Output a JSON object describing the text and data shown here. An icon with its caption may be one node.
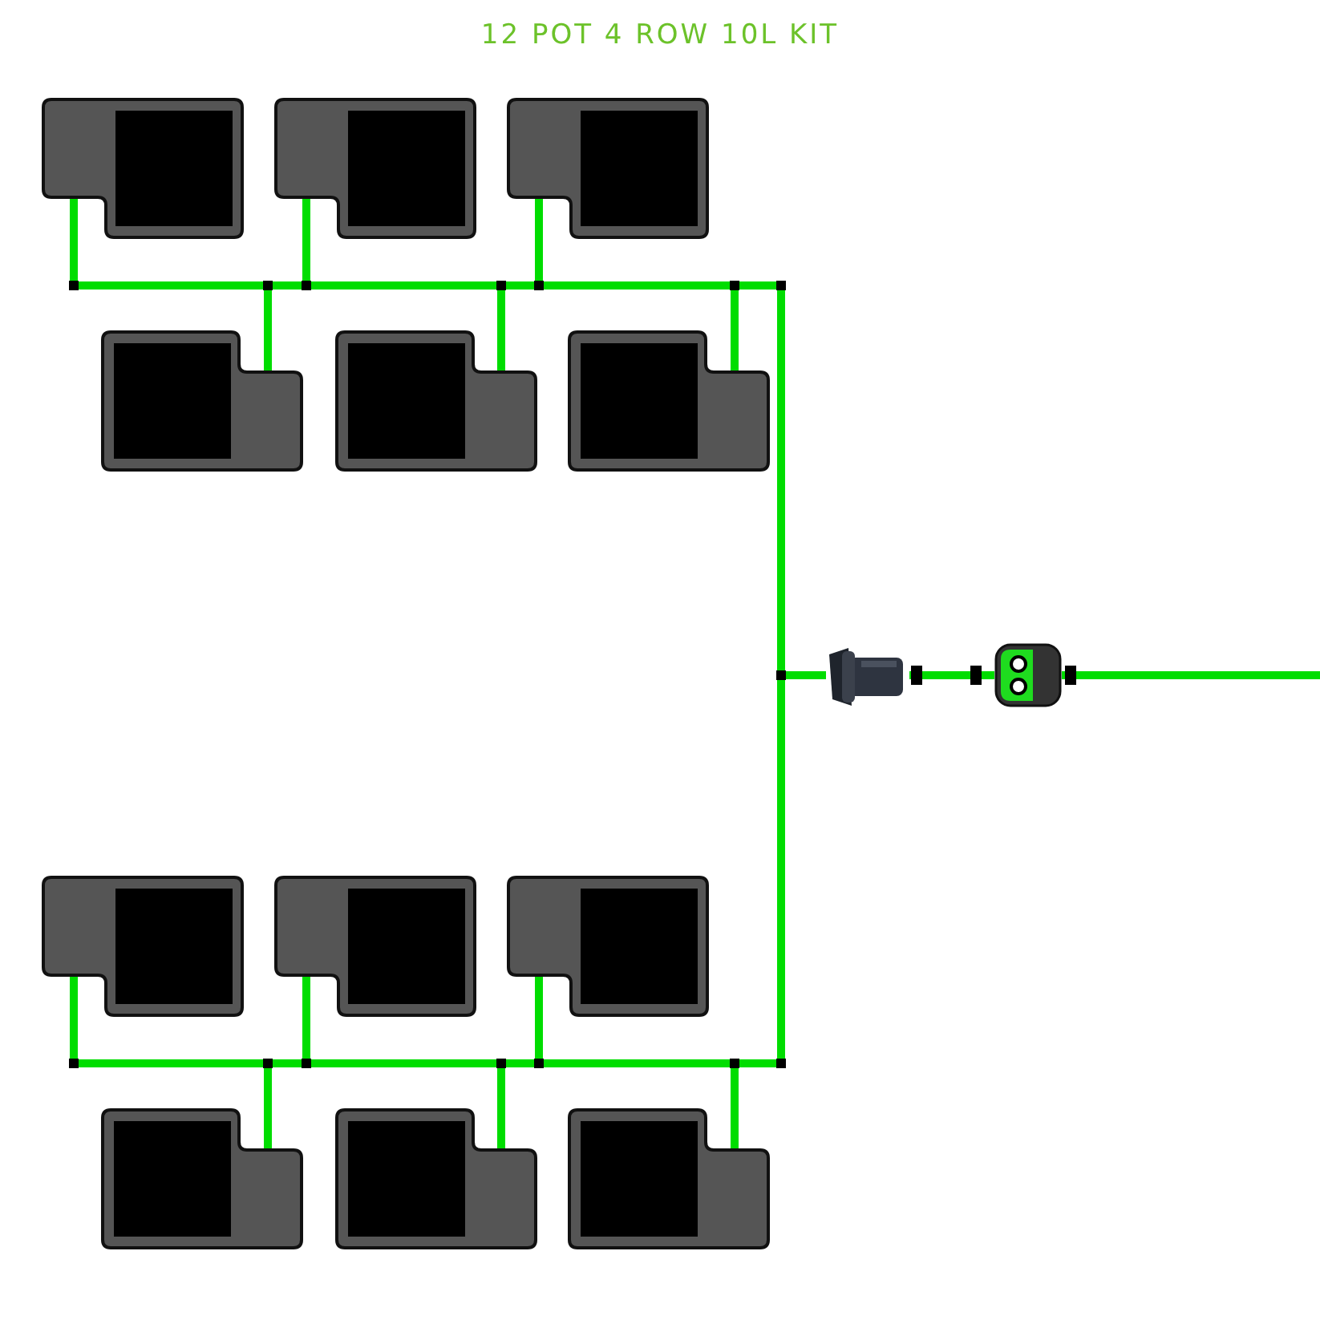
{
  "diagram": {
    "title": "12 POT 4 ROW 10L KIT",
    "nodes": [
      {
        "text": [],
        "shape": "box"
      },
      {
        "text": [],
        "shape": "box"
      },
      {
        "text": [],
        "shape": "box"
      },
      {
        "text": [],
        "shape": "box"
      },
      {
        "text": [],
        "shape": "box"
      },
      {
        "text": [],
        "shape": "box"
      },
      {
        "text": [],
        "shape": "box"
      },
      {
        "text": [],
        "shape": "box"
      },
      {
        "text": [],
        "shape": "box"
      },
      {
        "text": [],
        "shape": "box"
      },
      {
        "text": [],
        "shape": "box"
      },
      {
        "text": [],
        "shape": "box"
      },
      {
        "text": [],
        "shape": "picture"
      },
      {
        "text": [],
        "shape": "picture"
      }
    ],
    "edges": [
      {
        "from": null,
        "to": 13,
        "arrow": "none"
      },
      {
        "from": 13,
        "to": 12,
        "arrow": "none"
      },
      {
        "from": 12,
        "to": 0,
        "arrow": "none"
      },
      {
        "from": 12,
        "to": 1,
        "arrow": "none"
      },
      {
        "from": 12,
        "to": 2,
        "arrow": "none"
      },
      {
        "from": 12,
        "to": 3,
        "arrow": "none"
      },
      {
        "from": 12,
        "to": 4,
        "arrow": "none"
      },
      {
        "from": 12,
        "to": 5,
        "arrow": "none"
      },
      {
        "from": 12,
        "to": 6,
        "arrow": "none"
      },
      {
        "from": 12,
        "to": 7,
        "arrow": "none"
      },
      {
        "from": 12,
        "to": 8,
        "arrow": "none"
      },
      {
        "from": 12,
        "to": 9,
        "arrow": "none"
      },
      {
        "from": 12,
        "to": 10,
        "arrow": "none"
      },
      {
        "from": 12,
        "to": 11,
        "arrow": "none"
      }
    ]
  }
}
